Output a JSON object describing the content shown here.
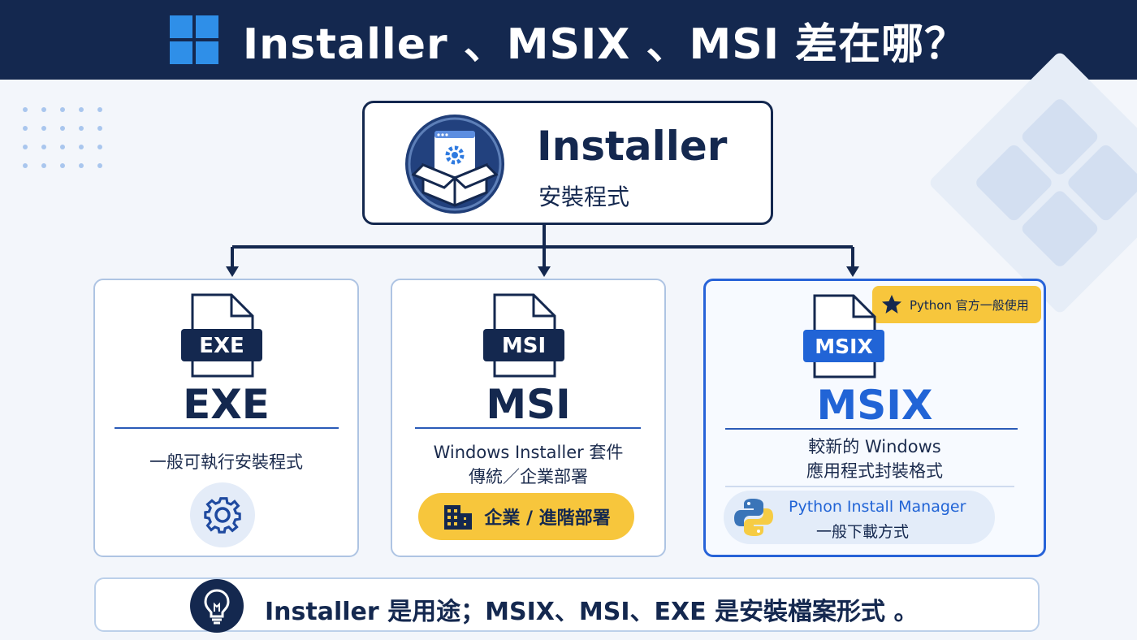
{
  "header": {
    "title": "Installer 、MSIX 、MSI 差在哪？",
    "logo_icon": "windows-logo-icon",
    "bg_color": "#14284f",
    "logo_color": "#2f8fe8"
  },
  "root": {
    "title": "Installer",
    "subtitle": "安裝程式",
    "icon": "box-with-gear-window-icon"
  },
  "cards": {
    "exe": {
      "file_tag": "EXE",
      "title": "EXE",
      "desc": "一般可執行安裝程式",
      "badge_icon": "gear-icon"
    },
    "msi": {
      "file_tag": "MSI",
      "title": "MSI",
      "desc_line1": "Windows Installer 套件",
      "desc_line2": "傳統／企業部署",
      "pill_text": "企業 / 進階部署",
      "pill_icon": "building-icon"
    },
    "msix": {
      "file_tag": "MSIX",
      "title": "MSIX",
      "desc_line1": "較新的 Windows",
      "desc_line2": "應用程式封裝格式",
      "badge_text": "Python 官方一般使用",
      "badge_icon": "star-icon",
      "pill_line1": "Python Install Manager",
      "pill_line2": "一般下載方式",
      "pill_icon": "python-logo-icon"
    }
  },
  "footer": {
    "text": "Installer 是用途；MSIX、MSI、EXE 是安裝檔案形式 。",
    "icon": "lightbulb-icon"
  },
  "colors": {
    "navy": "#14284f",
    "accent_blue": "#2164d6",
    "yellow": "#f7c63c"
  }
}
